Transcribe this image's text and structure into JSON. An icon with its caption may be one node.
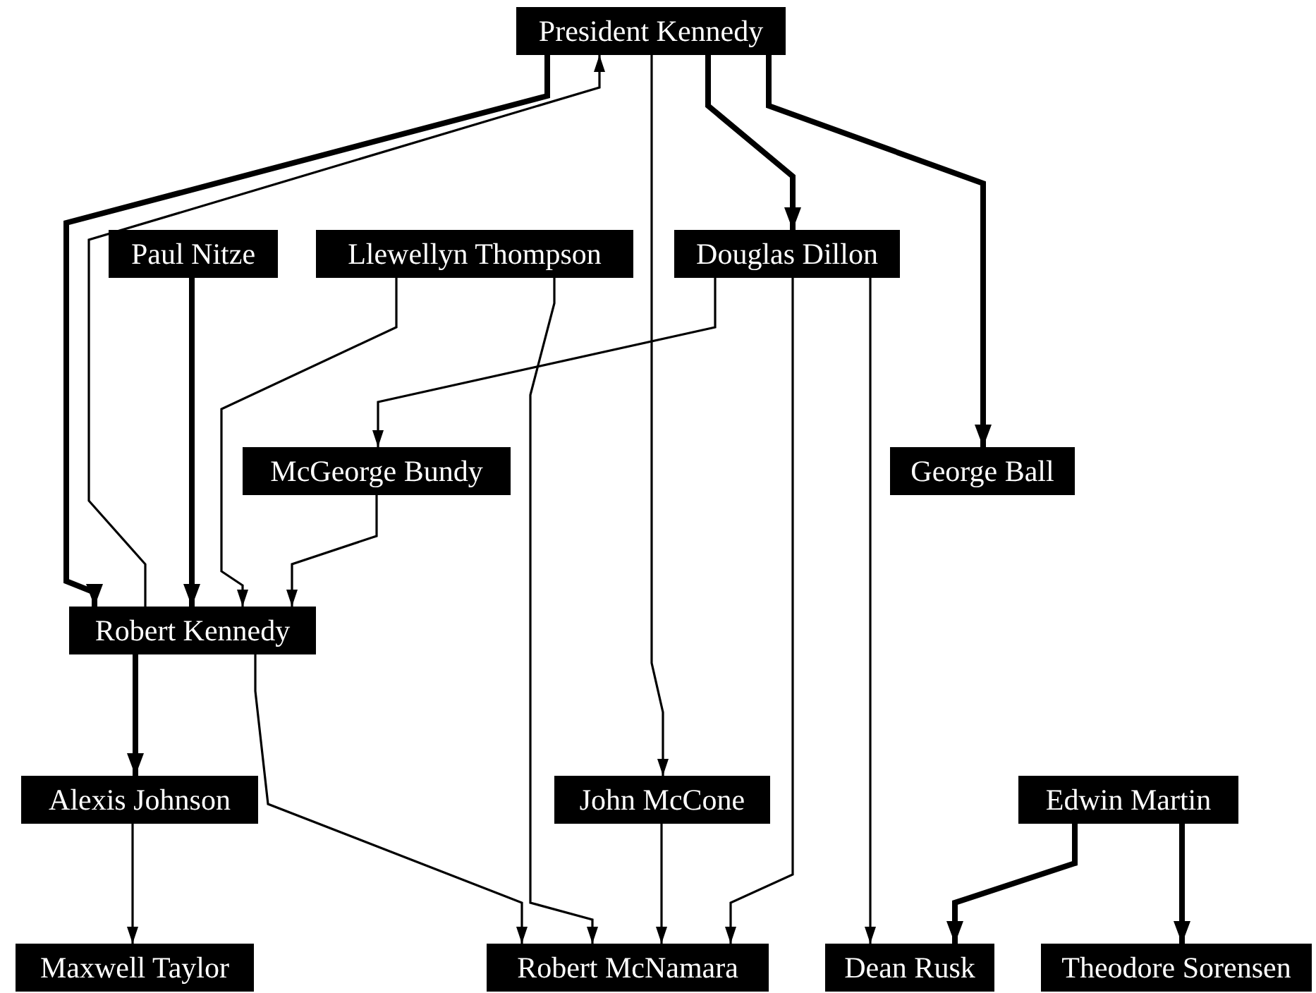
{
  "diagram": {
    "nodes": [
      {
        "text": [
          "President Kennedy"
        ]
      },
      {
        "text": [
          "Paul Nitze"
        ]
      },
      {
        "text": [
          "Llewellyn Thompson"
        ]
      },
      {
        "text": [
          "Douglas Dillon"
        ]
      },
      {
        "text": [
          "McGeorge Bundy"
        ]
      },
      {
        "text": [
          "George Ball"
        ]
      },
      {
        "text": [
          "Robert Kennedy"
        ]
      },
      {
        "text": [
          "Alexis Johnson"
        ]
      },
      {
        "text": [
          "John McCone"
        ]
      },
      {
        "text": [
          "Edwin Martin"
        ]
      },
      {
        "text": [
          "Maxwell Taylor"
        ]
      },
      {
        "text": [
          "Robert McNamara"
        ]
      },
      {
        "text": [
          "Dean Rusk"
        ]
      },
      {
        "text": [
          "Theodore Sorensen"
        ]
      }
    ],
    "edges": [
      {
        "from": 0,
        "to": 6,
        "arrow": "to",
        "style": "thick"
      },
      {
        "from": 6,
        "to": 0,
        "arrow": "to"
      },
      {
        "from": 0,
        "to": 8,
        "arrow": "to"
      },
      {
        "from": 0,
        "to": 3,
        "arrow": "to",
        "style": "thick"
      },
      {
        "from": 0,
        "to": 5,
        "arrow": "to",
        "style": "thick"
      },
      {
        "from": 1,
        "to": 6,
        "arrow": "to",
        "style": "thick"
      },
      {
        "from": 2,
        "to": 6,
        "arrow": "to"
      },
      {
        "from": 2,
        "to": 11,
        "arrow": "to"
      },
      {
        "from": 3,
        "to": 4,
        "arrow": "to"
      },
      {
        "from": 3,
        "to": 11,
        "arrow": "to"
      },
      {
        "from": 3,
        "to": 12,
        "arrow": "to"
      },
      {
        "from": 4,
        "to": 6,
        "arrow": "to"
      },
      {
        "from": 6,
        "to": 7,
        "arrow": "to",
        "style": "thick"
      },
      {
        "from": 6,
        "to": 11,
        "arrow": "to"
      },
      {
        "from": 7,
        "to": 10,
        "arrow": "to"
      },
      {
        "from": 8,
        "to": 11,
        "arrow": "to"
      },
      {
        "from": 9,
        "to": 12,
        "arrow": "to",
        "style": "thick"
      },
      {
        "from": 9,
        "to": 13,
        "arrow": "to",
        "style": "thick"
      }
    ]
  }
}
